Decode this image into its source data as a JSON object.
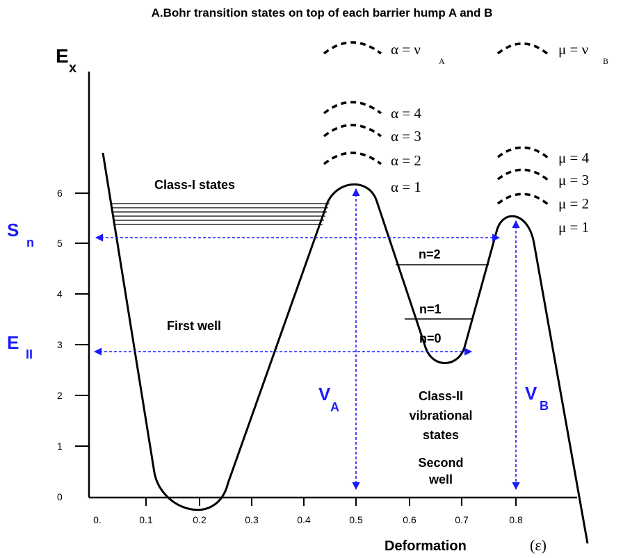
{
  "title": "A.Bohr transition states on top of each barrier hump A and B",
  "axes": {
    "y_label_main": "E",
    "y_label_sub": "x",
    "x_label": "Deformation",
    "x_label_symbol": "(ε)",
    "x_ticks": [
      "0.",
      "0.1",
      "0.2",
      "0.3",
      "0.4",
      "0.5",
      "0.6",
      "0.7",
      "0.8"
    ],
    "y_ticks": [
      "0",
      "1",
      "2",
      "3",
      "4",
      "5",
      "6"
    ]
  },
  "labels": {
    "sn_main": "S",
    "sn_sub": "n",
    "eii_main": "E",
    "eii_sub": "II",
    "va_main": "V",
    "va_sub": "A",
    "vb_main": "V",
    "vb_sub": "B",
    "class1": "Class-I states",
    "first_well": "First well",
    "class2_line1": "Class-II",
    "class2_line2": "vibrational",
    "class2_line3": "states",
    "second_well_line1": "Second",
    "second_well_line2": "well",
    "n2": "n=2",
    "n1": "n=1",
    "n0": "n=0"
  },
  "barrier_a_states": {
    "top_main": "α = ν",
    "top_sub": "A",
    "s4": "α = 4",
    "s3": "α = 3",
    "s2": "α = 2",
    "s1": "α = 1"
  },
  "barrier_b_states": {
    "top_main": "μ = ν",
    "top_sub": "B",
    "s4": "μ = 4",
    "s3": "μ = 3",
    "s2": "μ = 2",
    "s1": "μ = 1"
  },
  "colors": {
    "curve": "#000000",
    "guide": "#1a1aff"
  }
}
